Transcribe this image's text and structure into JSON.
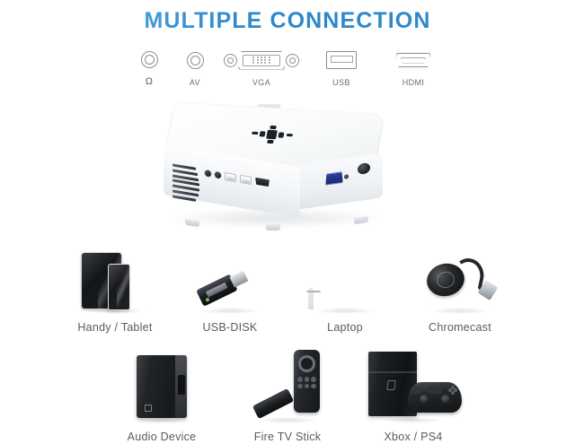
{
  "page": {
    "title": "MULTIPLE CONNECTION",
    "background_color": "#ffffff",
    "title_color": "#3a9bd9"
  },
  "ports": {
    "items": [
      {
        "label": "Ω",
        "icon": "headphone-jack-icon",
        "name": "headphone"
      },
      {
        "label": "AV",
        "icon": "av-jack-icon",
        "name": "av"
      },
      {
        "label": "VGA",
        "icon": "vga-port-icon",
        "name": "vga"
      },
      {
        "label": "USB",
        "icon": "usb-port-icon",
        "name": "usb"
      },
      {
        "label": "HDMI",
        "icon": "hdmi-port-icon",
        "name": "hdmi"
      }
    ]
  },
  "projector": {
    "name": "mini-projector",
    "body_color": "#ffffff",
    "vga_port_color": "#243a8c",
    "alt_text": "White mini LED projector shown at an angle with front input ports"
  },
  "devices": {
    "row_1": [
      {
        "label": "Handy / Tablet",
        "icon": "tablet-phone-icon"
      },
      {
        "label": "USB-DISK",
        "icon": "usb-flash-drive-icon"
      },
      {
        "label": "Laptop",
        "icon": "laptop-icon"
      },
      {
        "label": "Chromecast",
        "icon": "chromecast-dongle-icon"
      }
    ],
    "row_2": [
      {
        "label": "Audio Device",
        "icon": "speaker-icon"
      },
      {
        "label": "Fire TV Stick",
        "icon": "fire-tv-stick-icon"
      },
      {
        "label": "Xbox / PS4",
        "icon": "game-console-icon"
      }
    ]
  }
}
